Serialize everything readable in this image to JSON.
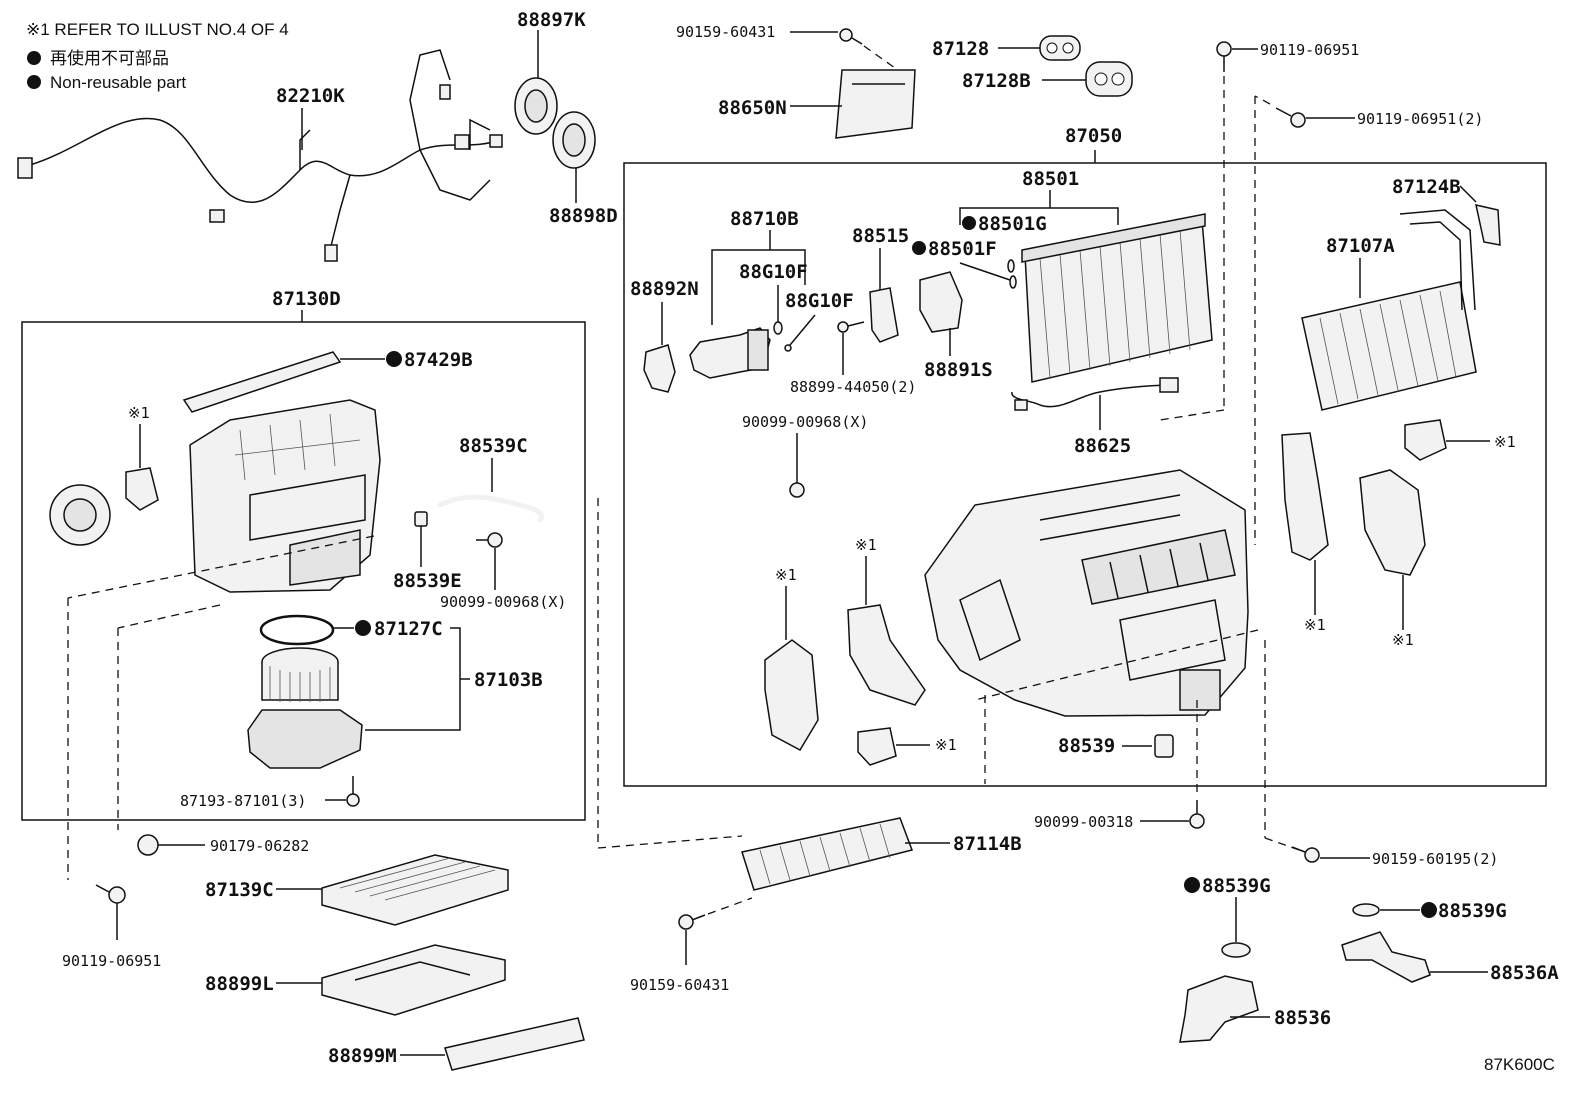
{
  "notes": {
    "refer": "※1 REFER TO ILLUST NO.4 OF 4",
    "nonreuse_jp": "再使用不可部品",
    "nonreuse_en": "Non-reusable part"
  },
  "diagram_code": "87K600C",
  "labels": {
    "p88897K": "88897K",
    "p82210K": "82210K",
    "p88898D": "88898D",
    "p90159_60431_top": "90159-60431",
    "p88650N": "88650N",
    "p87128": "87128",
    "p87128B": "87128B",
    "p90119_06951_top": "90119-06951",
    "p90119_06951_2": "90119-06951(2)",
    "p87050": "87050",
    "p88501": "88501",
    "p88501G": "88501G",
    "p88501F": "88501F",
    "p87124B": "87124B",
    "p87107A": "87107A",
    "p88710B": "88710B",
    "p88515": "88515",
    "p88G10F_a": "88G10F",
    "p88G10F_b": "88G10F",
    "p88892N": "88892N",
    "p88891S": "88891S",
    "p88899_44050": "88899-44050(2)",
    "p88625": "88625",
    "p90099_00968_mid": "90099-00968(X)",
    "p87130D": "87130D",
    "p87429B": "87429B",
    "p88539C": "88539C",
    "p88539E": "88539E",
    "p90099_00968_left": "90099-00968(X)",
    "p87127C": "87127C",
    "p87103B": "87103B",
    "p87193_87101": "87193-87101(3)",
    "p90179_06282": "90179-06282",
    "p87139C": "87139C",
    "p88899L": "88899L",
    "p88899M": "88899M",
    "p90119_06951_bottom": "90119-06951",
    "p87114B": "87114B",
    "p90159_60431_bottom": "90159-60431",
    "p90099_00318": "90099-00318",
    "p88539": "88539",
    "p90159_60195": "90159-60195(2)",
    "p88539G_a": "88539G",
    "p88539G_b": "88539G",
    "p88536A": "88536A",
    "p88536": "88536",
    "ref1": "※1"
  }
}
